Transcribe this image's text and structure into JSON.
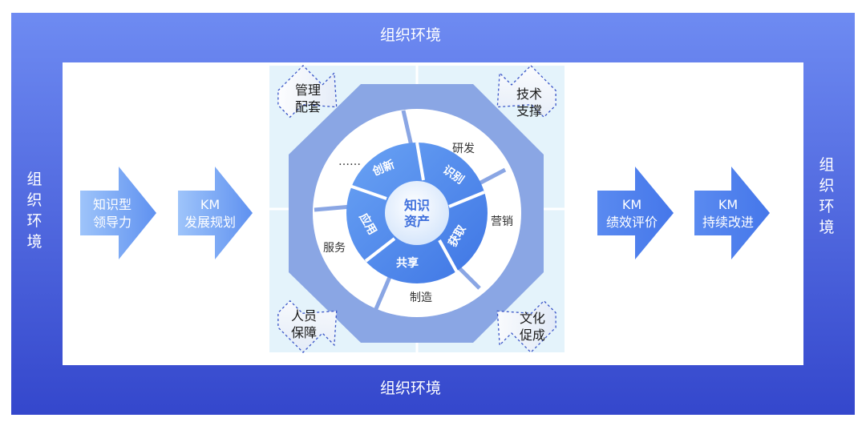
{
  "frame": {
    "top_label": "组织环境",
    "bottom_label": "组织环境",
    "left_label": [
      "组",
      "织",
      "环",
      "境"
    ],
    "right_label": [
      "组",
      "织",
      "环",
      "境"
    ]
  },
  "left_arrows": [
    {
      "lines": [
        "知识型",
        "领导力"
      ]
    },
    {
      "lines": [
        "KM",
        "发展规划"
      ]
    }
  ],
  "right_arrows": [
    {
      "lines": [
        "KM",
        "绩效评价"
      ]
    },
    {
      "lines": [
        "KM",
        "持续改进"
      ]
    }
  ],
  "corners": {
    "top_left": [
      "管理",
      "配套"
    ],
    "top_right": [
      "技术",
      "支撑"
    ],
    "bottom_left": [
      "人员",
      "保障"
    ],
    "bottom_right": [
      "文化",
      "促成"
    ]
  },
  "cycle": {
    "center": [
      "知识",
      "资产"
    ],
    "inner": [
      "创新",
      "识别",
      "获取",
      "共享",
      "应用"
    ],
    "outer": [
      "研发",
      "营销",
      "制造",
      "服务",
      "……"
    ]
  },
  "colors": {
    "frame_outer": "#3a4fd2",
    "frame_inner": "#6a86f0",
    "arrow": "#6f9ff4",
    "octagon": "#8aa6e4",
    "inner_segment": "#4a86ea",
    "center": "#eaf3ff"
  }
}
